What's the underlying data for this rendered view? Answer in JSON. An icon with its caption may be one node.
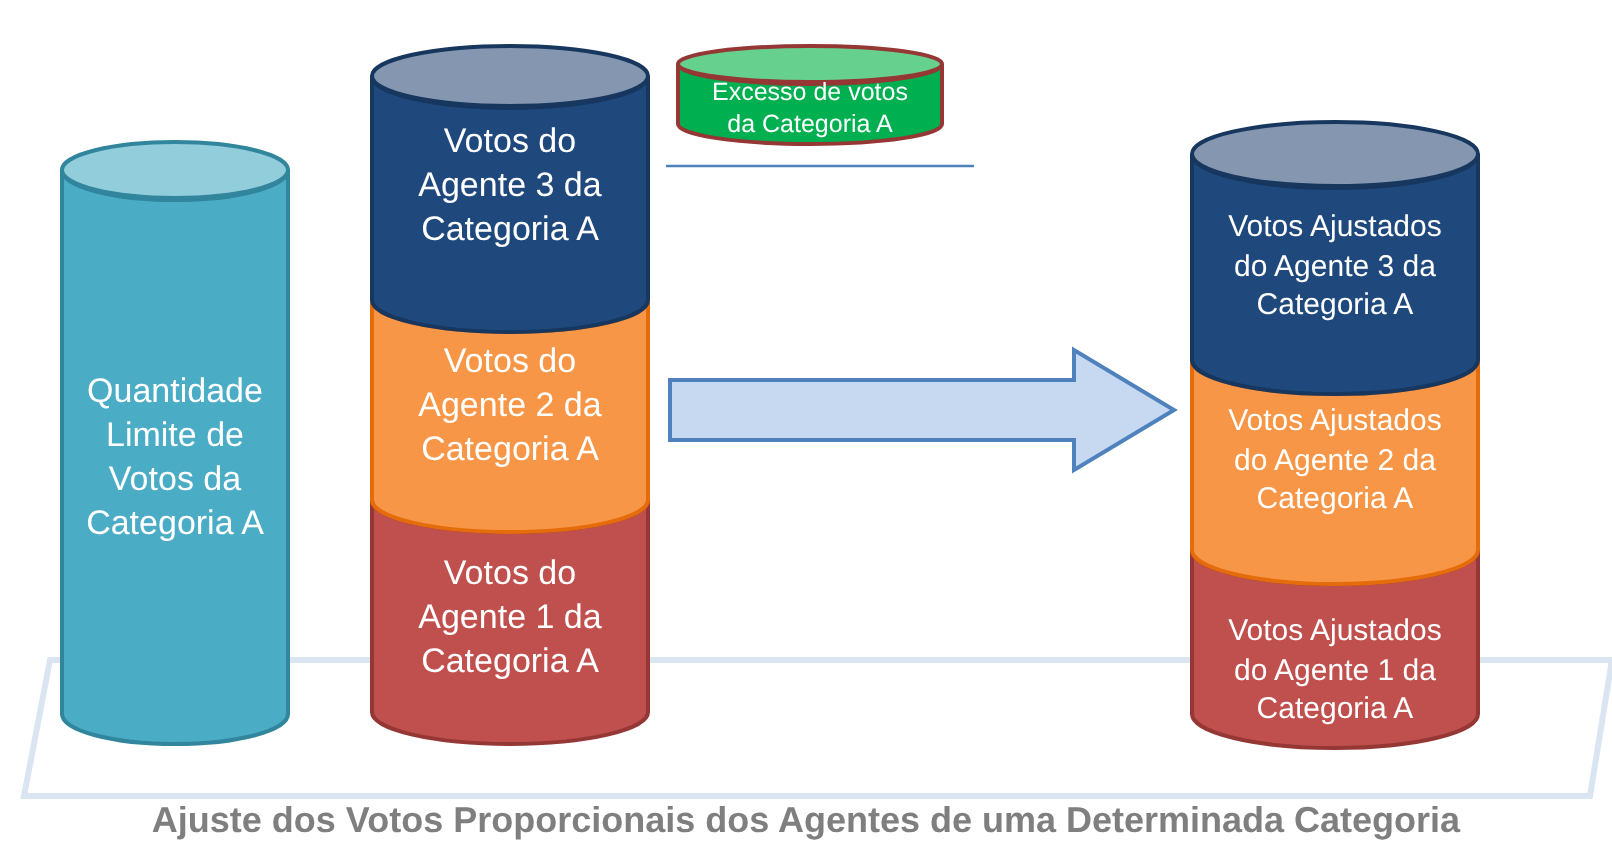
{
  "diagram": {
    "caption": "Ajuste dos Votos Proporcionais dos Agentes de uma Determinada Categoria",
    "nodes": [
      {
        "text": [
          "Quantidade Limite de Votos da Categoria A"
        ]
      },
      {
        "text": [
          "Votos do Agente 3 da Categoria A"
        ]
      },
      {
        "text": [
          "Votos do Agente 2 da Categoria A"
        ]
      },
      {
        "text": [
          "Votos do Agente 1 da Categoria A"
        ]
      },
      {
        "text": [
          "Excesso de votos da Categoria A"
        ]
      },
      {
        "text": [
          "Votos Ajustados do Agente 3 da Categoria A"
        ]
      },
      {
        "text": [
          "Votos Ajustados do Agente 2 da Categoria A"
        ]
      },
      {
        "text": [
          "Votos Ajustados do Agente 1 da Categoria A"
        ]
      },
      {
        "text": [],
        "shape": "box"
      }
    ],
    "edges": [
      {
        "from": 2,
        "to": 6,
        "arrow": "to"
      }
    ]
  }
}
